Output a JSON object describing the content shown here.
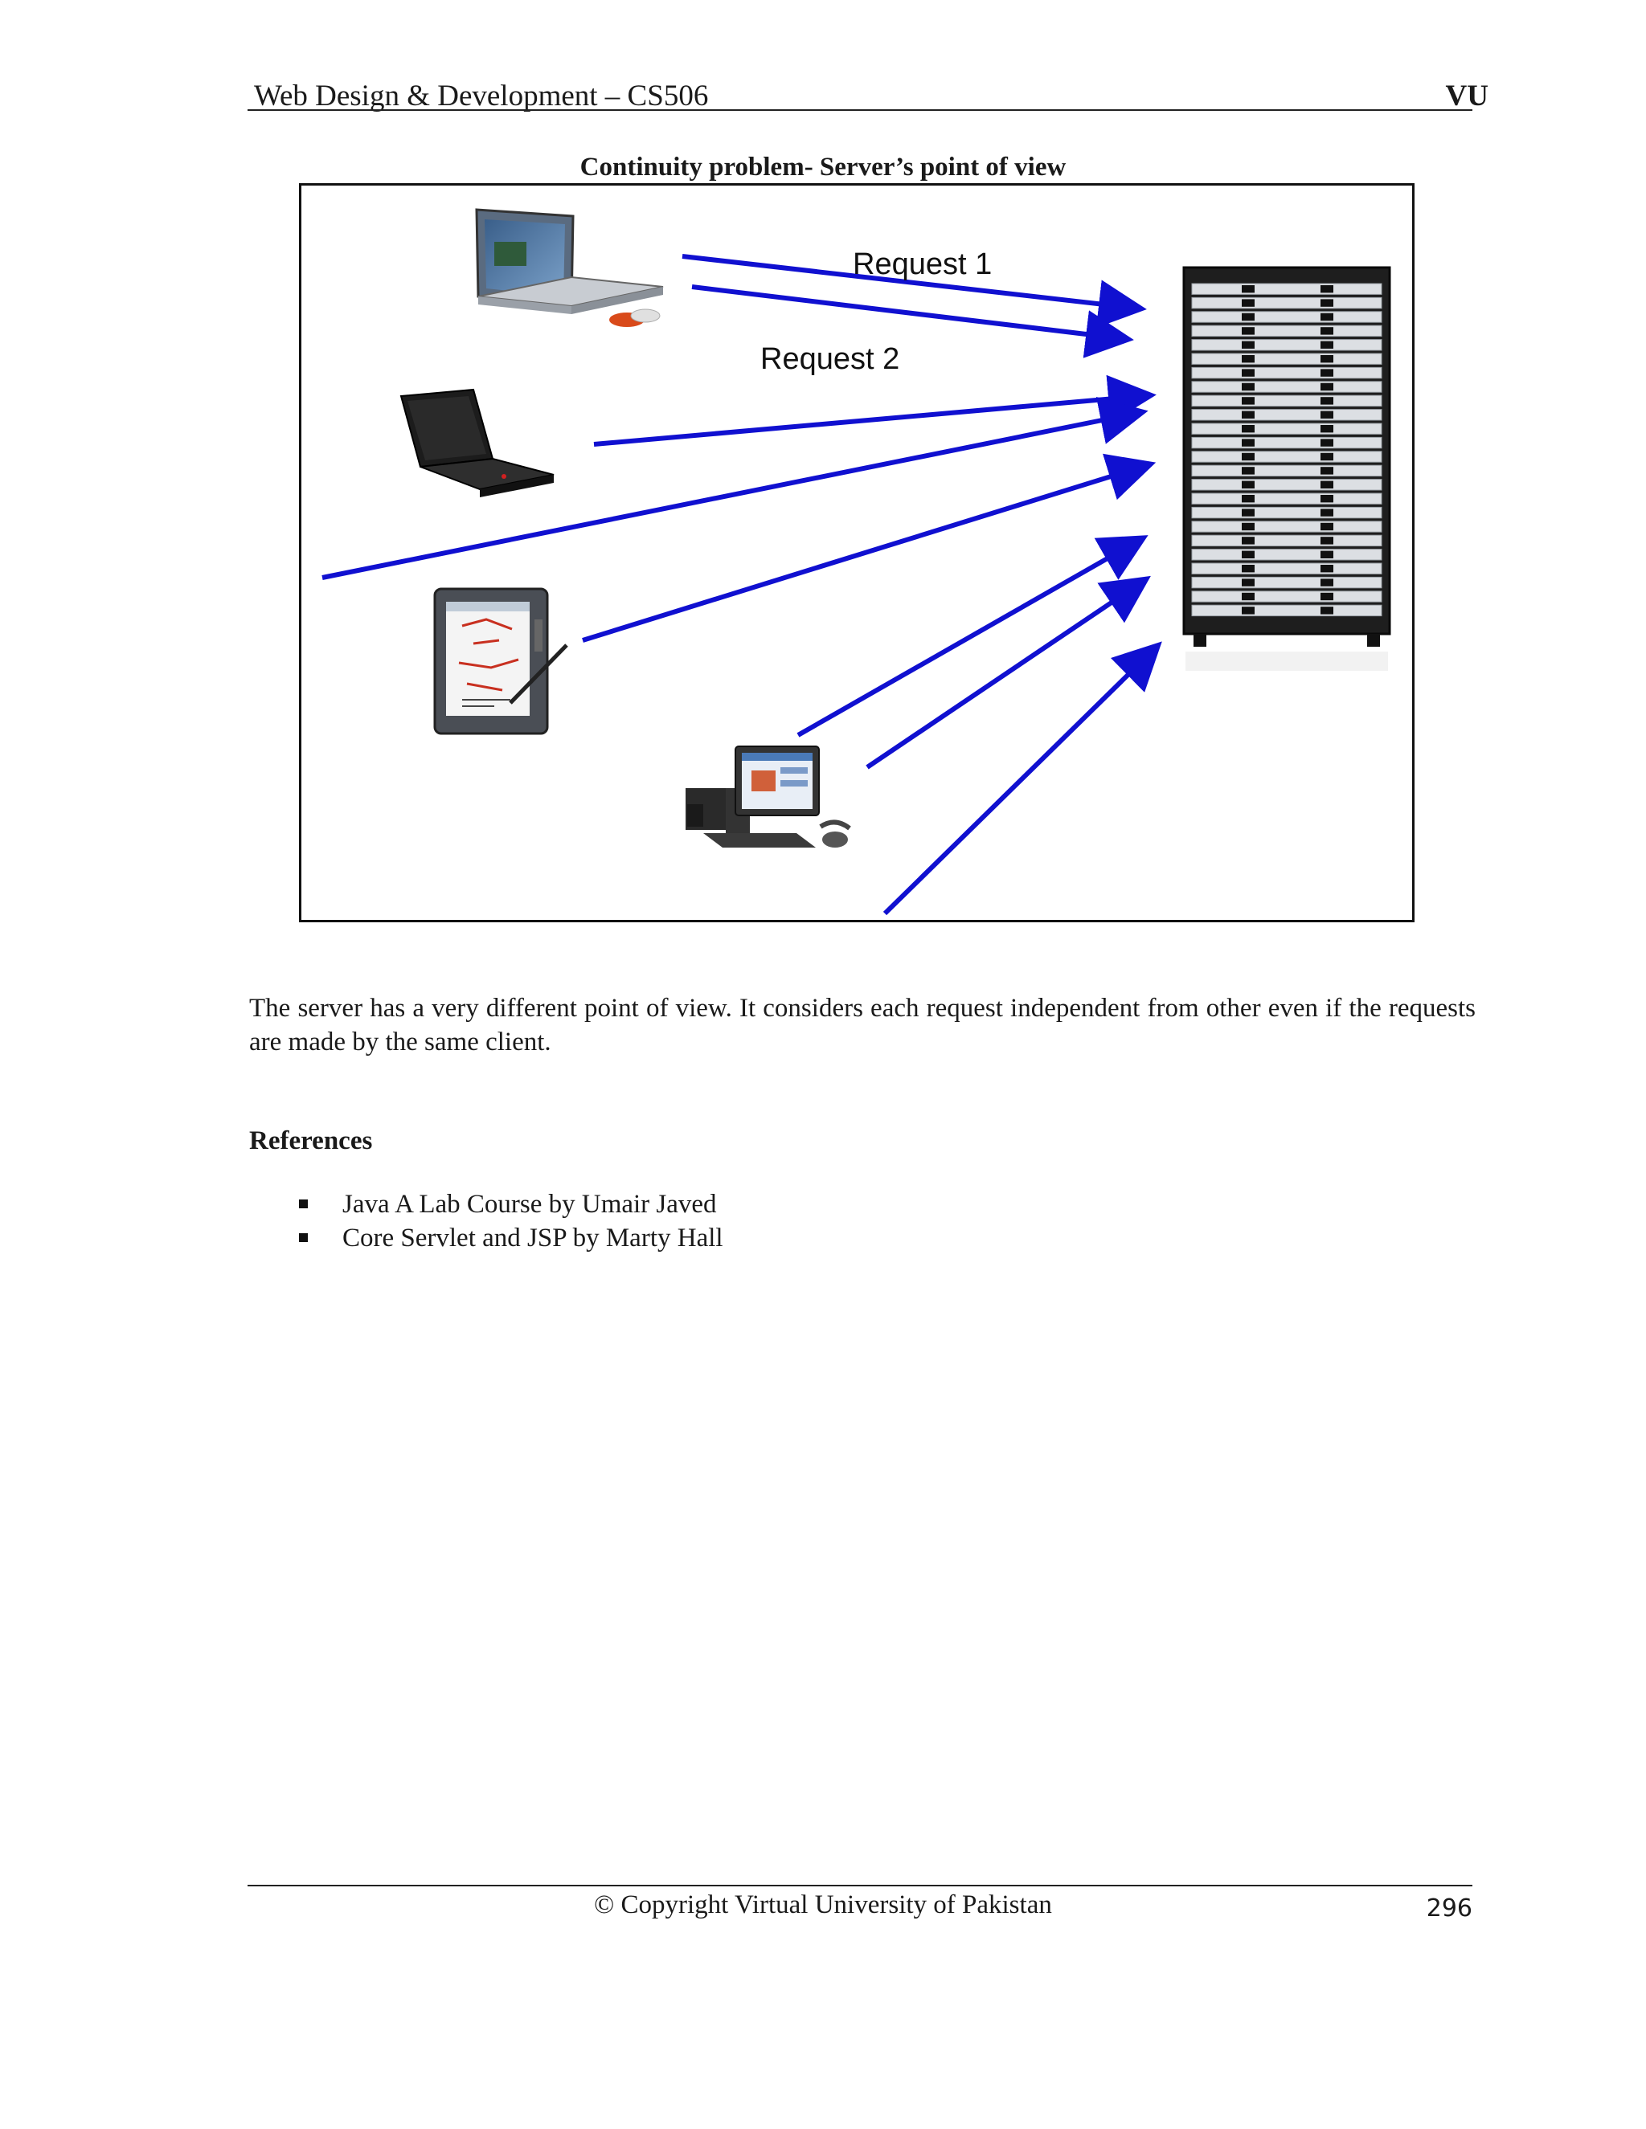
{
  "header": {
    "course": "Web Design & Development – CS506",
    "brand": "VU"
  },
  "figure": {
    "caption": "Continuity problem- Server’s point of view",
    "labels": [
      "Request 1",
      "Request 2"
    ],
    "arrow_color": "#1010d0",
    "devices": [
      "laptop",
      "thinkpad-laptop",
      "tablet-pc",
      "desktop-pc",
      "server-rack"
    ]
  },
  "body": {
    "paragraph": "The server has a very different point of view. It considers each request independent from other even if the requests are made by the same client."
  },
  "references": {
    "heading": "References",
    "items": [
      "Java A Lab Course by Umair Javed",
      "Core Servlet and JSP by Marty Hall"
    ]
  },
  "footer": {
    "copyright": "© Copyright Virtual University of Pakistan",
    "page_number": "296"
  }
}
